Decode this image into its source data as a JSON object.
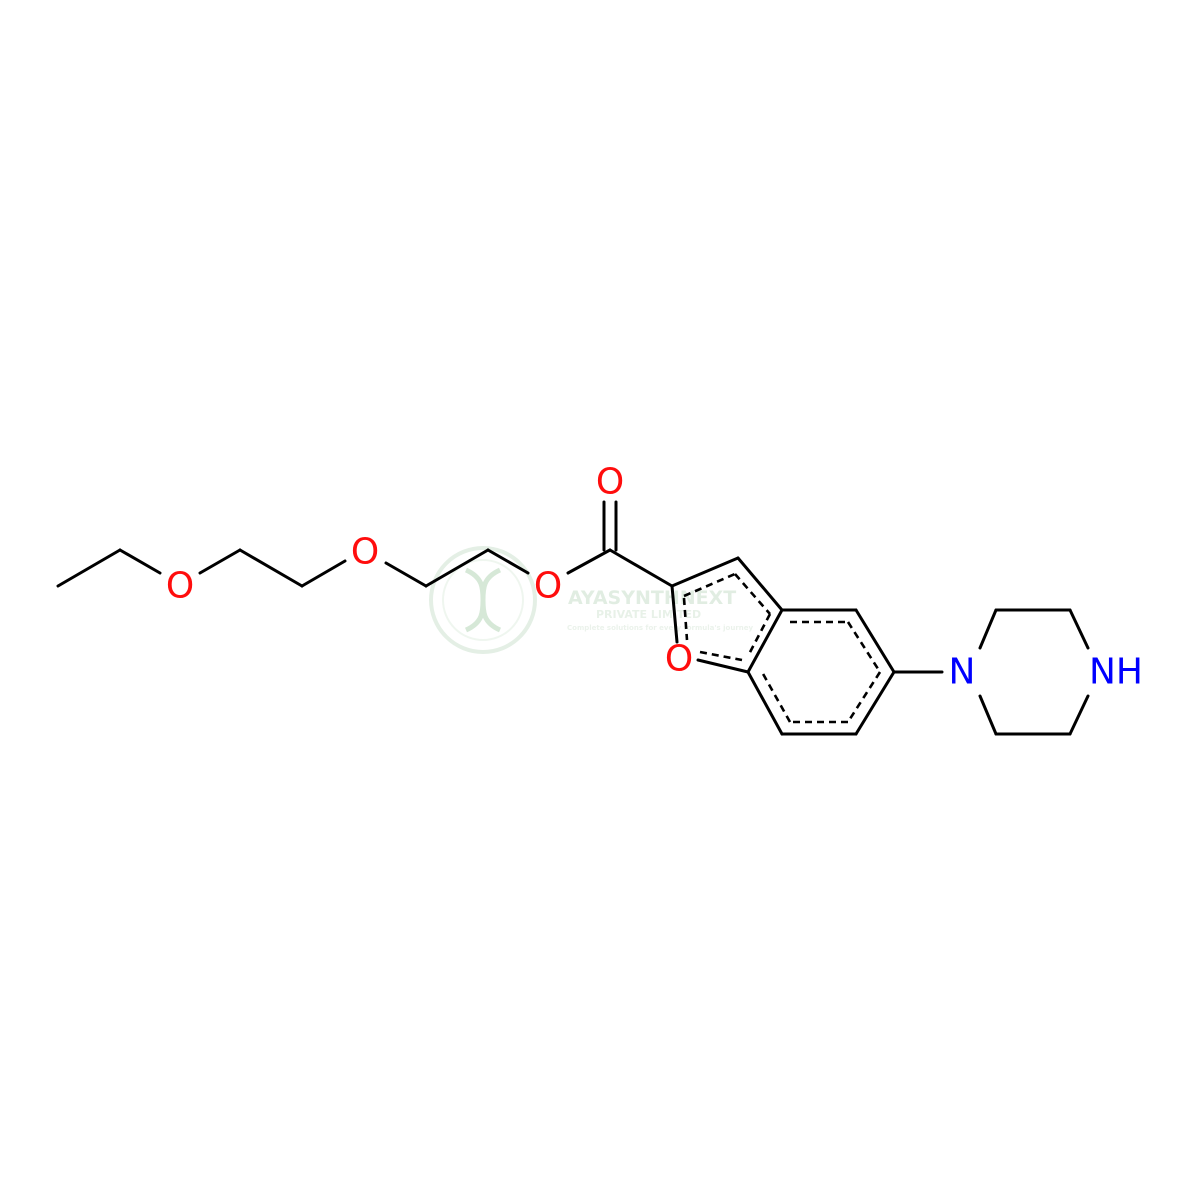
{
  "colors": {
    "bond": "#000000",
    "oxygen": "#ff0d0d",
    "nitrogen": "#0000ff",
    "watermark": "#b5d6b8"
  },
  "atoms": {
    "o_ether1": "O",
    "o_ether2": "O",
    "o_ester": "O",
    "o_carbonyl": "O",
    "o_furan": "O",
    "n_piperazine": "N",
    "nh_piperazine": "NH"
  },
  "watermark": {
    "line1": "AYASYNTHNEXT",
    "line2": "PRIVATE LIMITED",
    "line3": "Complete solutions for every formula's journey"
  }
}
